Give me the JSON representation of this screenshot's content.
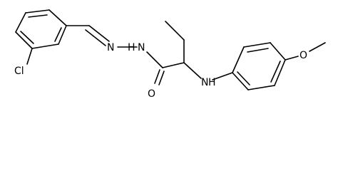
{
  "molecule": {
    "atoms": {
      "chlorine": "Cl",
      "imine_nitrogen": "N",
      "hydrazide_nitrogen": "N",
      "hydrazide_hydrogen": "H",
      "carbonyl_oxygen": "O",
      "amine_nitrogen": "N",
      "amine_hydrogen": "H",
      "ether_oxygen": "O"
    }
  }
}
